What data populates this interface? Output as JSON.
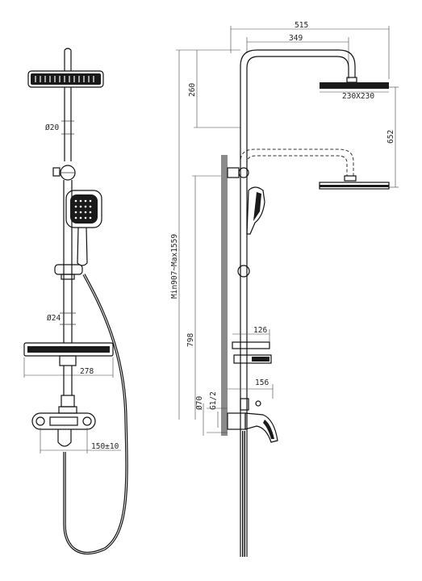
{
  "drawing": {
    "front_view": {
      "pipe_diameter_upper": "Ø20",
      "pipe_diameter_lower": "Ø24",
      "shelf_width": "278",
      "mixer_spacing": "150±10"
    },
    "side_view": {
      "total_projection": "515",
      "arm_projection": "349",
      "head_drop": "260",
      "head_size": "230X230",
      "adjust_range": "652",
      "height_range": "Min907~Max1559",
      "mixer_height": "798",
      "shelf_depth": "126",
      "mixer_depth": "156",
      "escutcheon_diameter": "Ø70",
      "thread_size": "G1/2"
    }
  }
}
